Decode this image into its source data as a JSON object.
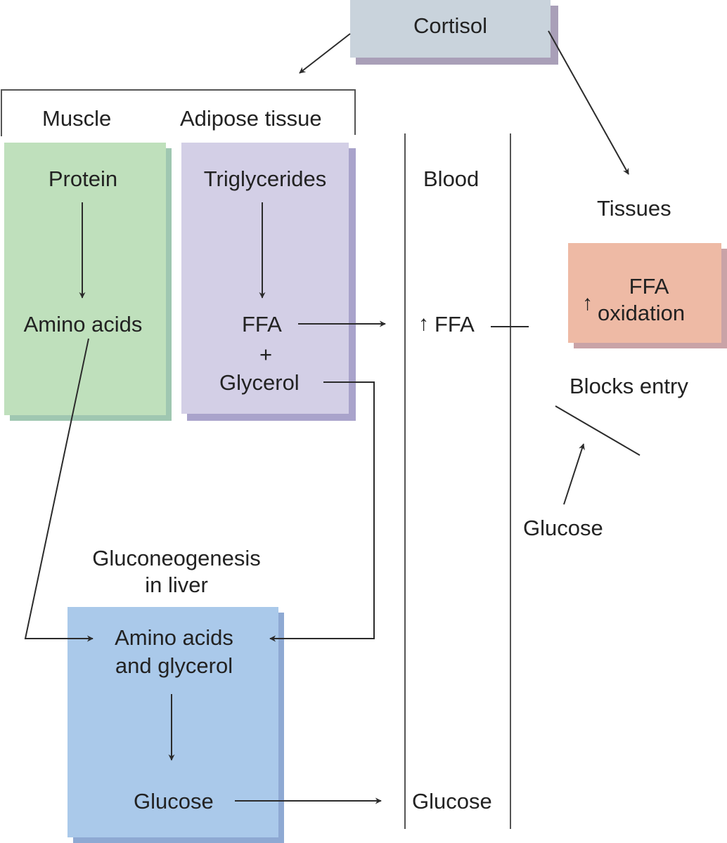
{
  "title": "Cortisol metabolic effects",
  "colors": {
    "cortisol_box": "#c9d3dc",
    "cortisol_shadow": "#a99fb8",
    "muscle_box": "#bfe0bc",
    "muscle_shadow": "#9fc7b1",
    "adipose_box": "#d3cfe6",
    "adipose_shadow": "#a9a3cb",
    "liver_box": "#aac9ea",
    "liver_shadow": "#8ea9d3",
    "tissue_box": "#eebaa5",
    "tissue_shadow": "#c9a3a7",
    "line": "#2b2b2b"
  },
  "cortisol": {
    "label": "Cortisol"
  },
  "header": {
    "muscle": "Muscle",
    "adipose": "Adipose tissue"
  },
  "muscle": {
    "top": "Protein",
    "bottom": "Amino acids"
  },
  "adipose": {
    "top": "Triglycerides",
    "ffa": "FFA",
    "plus": "+",
    "glycerol": "Glycerol"
  },
  "blood": {
    "label": "Blood",
    "ffa": "FFA",
    "ffa_arrow": "↑",
    "glucose": "Glucose"
  },
  "tissues": {
    "label": "Tissues",
    "box_line1": "FFA",
    "box_line2": "oxidation",
    "box_arrow": "↑",
    "blocks": "Blocks entry",
    "glucose": "Glucose"
  },
  "liver": {
    "caption_line1": "Gluconeogenesis",
    "caption_line2": "in liver",
    "top_line1": "Amino acids",
    "top_line2": "and glycerol",
    "bottom": "Glucose"
  }
}
